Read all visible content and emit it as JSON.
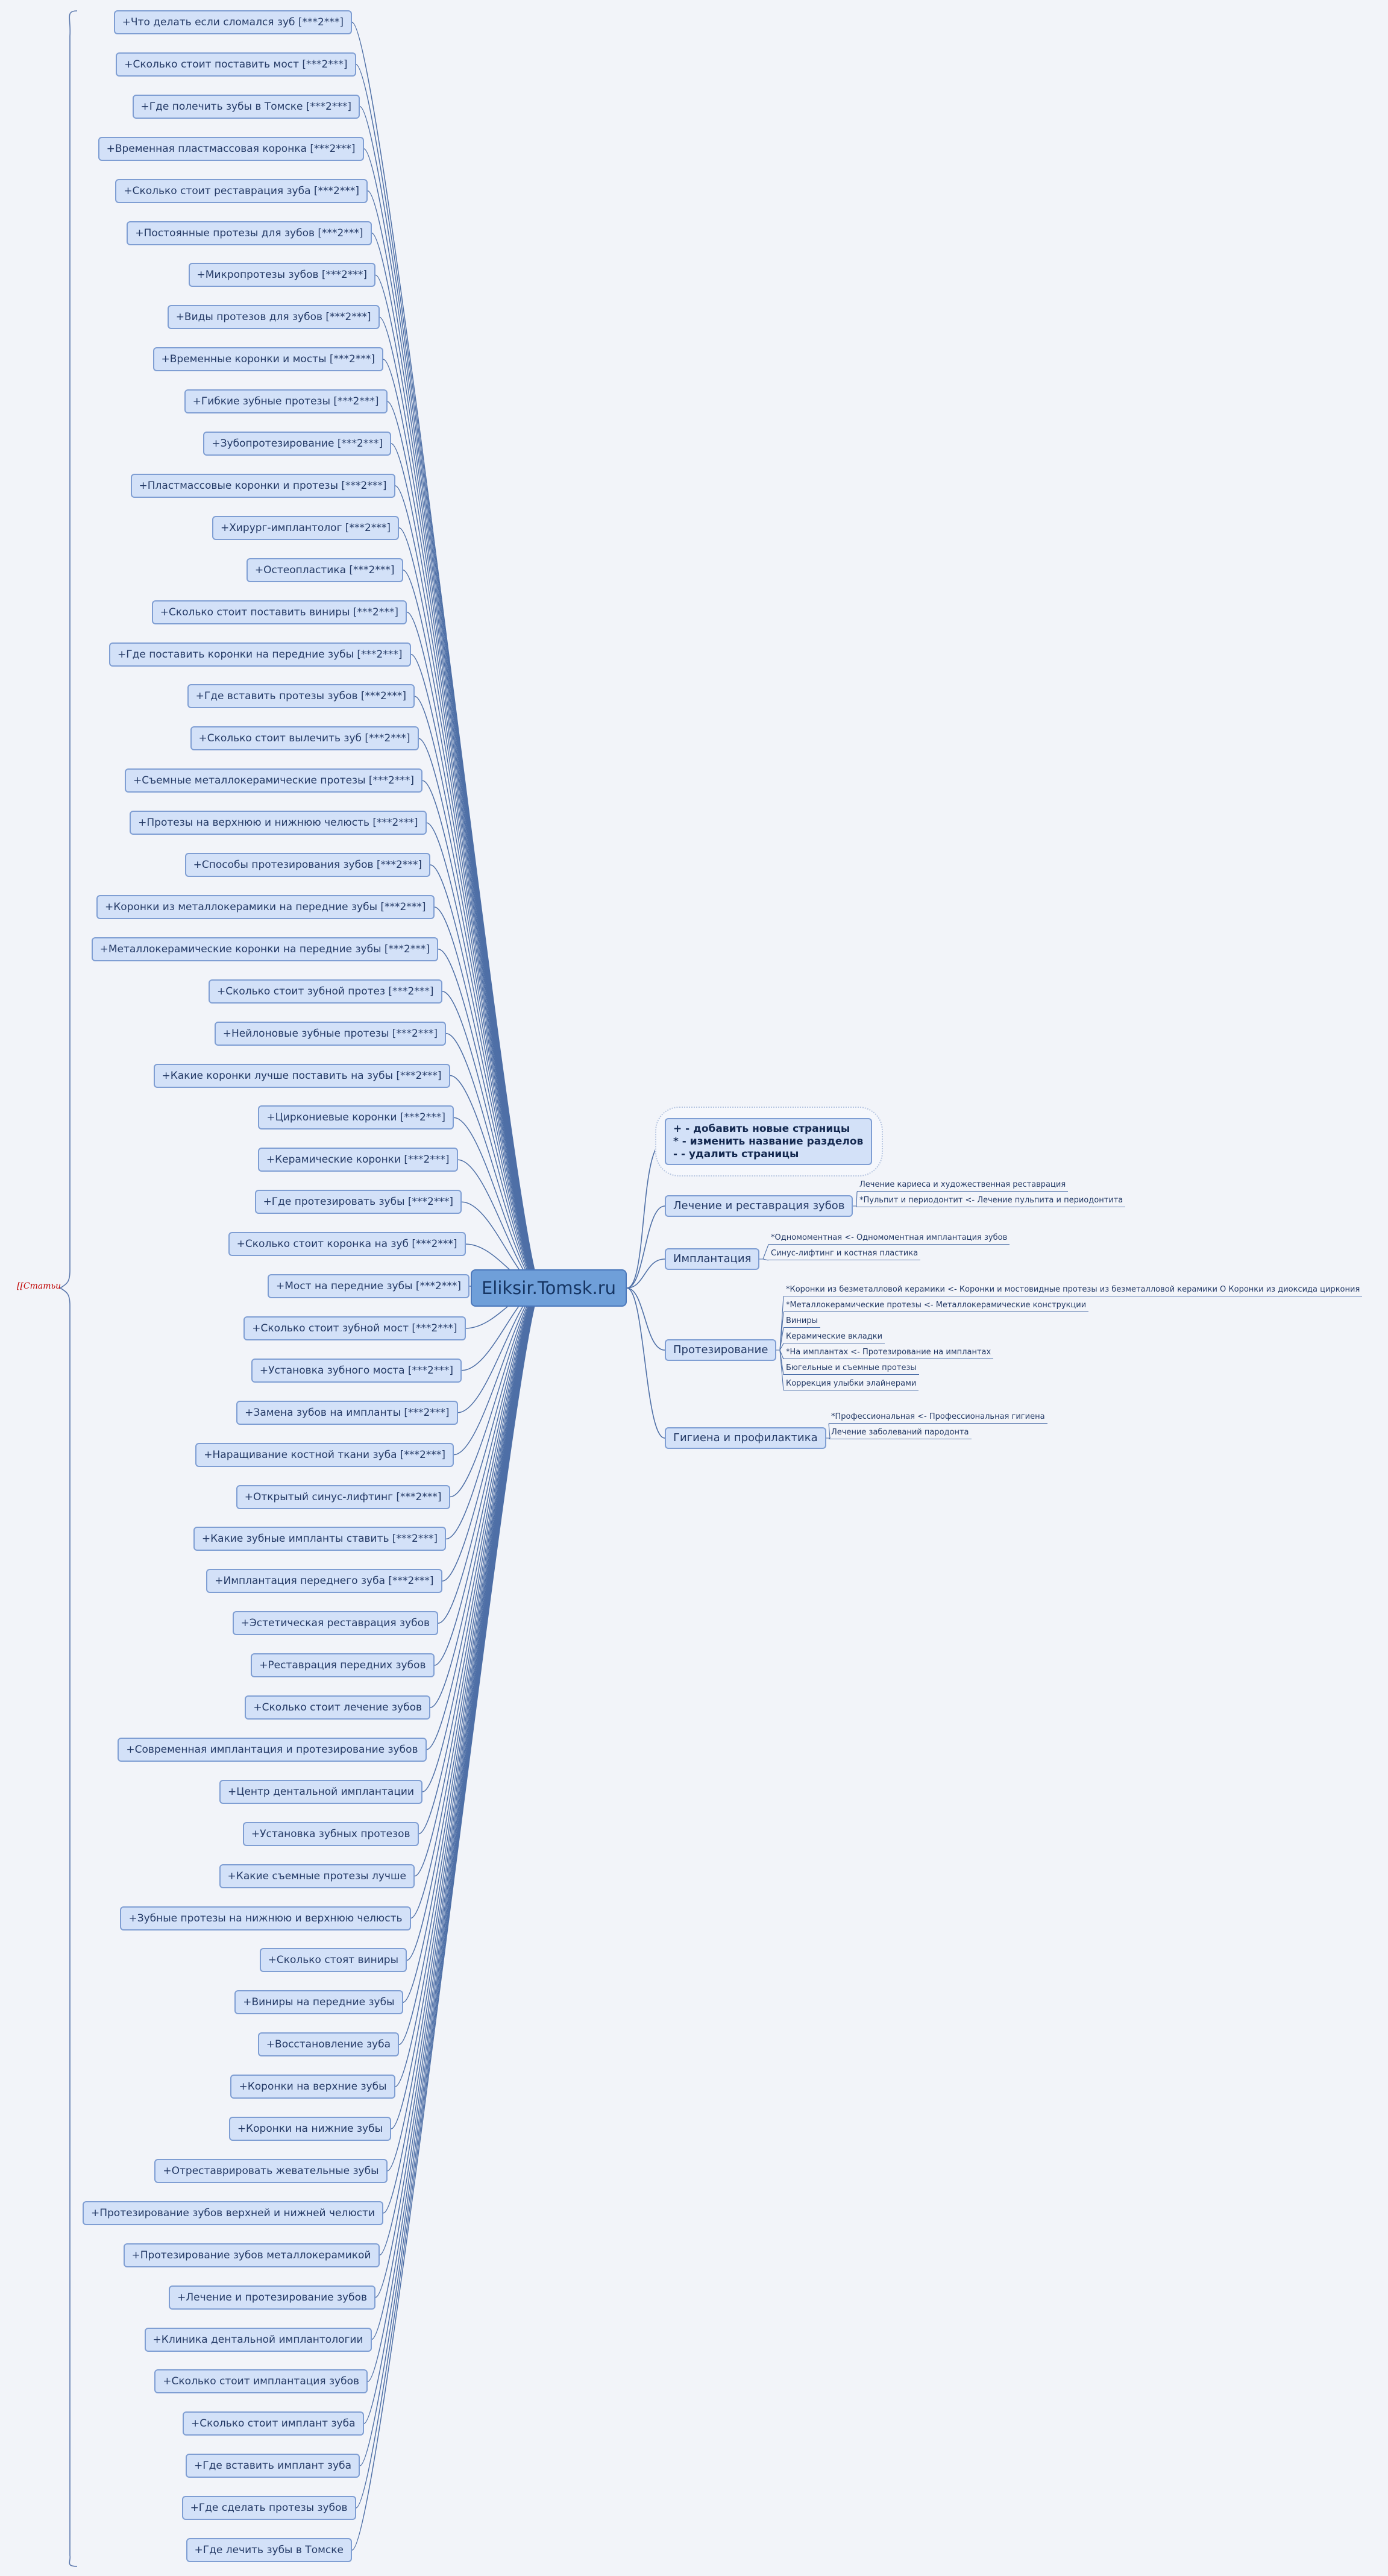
{
  "central": "Eliksir.Tomsk.ru",
  "left_root": "[[Статьи",
  "legend": [
    "+ - добавить новые страницы",
    "* - изменить название разделов",
    "- - удалить страницы"
  ],
  "left_items": [
    "+Что делать если сломался зуб [***2***]",
    "+Сколько стоит поставить мост [***2***]",
    "+Где полечить зубы в Томске [***2***]",
    "+Временная пластмассовая коронка [***2***]",
    "+Сколько стоит реставрация зуба [***2***]",
    "+Постоянные протезы для зубов [***2***]",
    "+Микропротезы зубов [***2***]",
    "+Виды протезов для зубов [***2***]",
    "+Временные коронки и мосты [***2***]",
    "+Гибкие зубные протезы [***2***]",
    "+Зубопротезирование [***2***]",
    "+Пластмассовые коронки и протезы [***2***]",
    "+Хирург-имплантолог [***2***]",
    "+Остеопластика [***2***]",
    "+Сколько стоит поставить виниры [***2***]",
    "+Где поставить коронки на передние зубы [***2***]",
    "+Где вставить протезы зубов [***2***]",
    "+Сколько стоит вылечить зуб [***2***]",
    "+Съемные металлокерамические протезы [***2***]",
    "+Протезы на верхнюю и нижнюю челюсть [***2***]",
    "+Способы протезирования зубов [***2***]",
    "+Коронки из металлокерамики на передние зубы [***2***]",
    "+Металлокерамические коронки на передние зубы [***2***]",
    "+Сколько стоит зубной протез [***2***]",
    "+Нейлоновые зубные протезы [***2***]",
    "+Какие коронки лучше поставить на зубы [***2***]",
    "+Циркониевые коронки [***2***]",
    "+Керамические коронки [***2***]",
    "+Где протезировать зубы [***2***]",
    "+Сколько стоит коронка на зуб [***2***]",
    "+Мост на передние зубы [***2***]",
    "+Сколько стоит зубной мост [***2***]",
    "+Установка зубного моста [***2***]",
    "+Замена зубов на импланты [***2***]",
    "+Наращивание костной ткани зуба [***2***]",
    "+Открытый синус-лифтинг [***2***]",
    "+Какие зубные импланты ставить [***2***]",
    "+Имплантация переднего зуба [***2***]",
    "+Эстетическая реставрация зубов",
    "+Реставрация передних зубов",
    "+Сколько стоит лечение зубов",
    "+Современная имплантация и протезирование зубов",
    "+Центр дентальной имплантации",
    "+Установка зубных протезов",
    "+Какие съемные протезы лучше",
    "+Зубные протезы на нижнюю и верхнюю челюсть",
    "+Сколько стоят виниры",
    "+Виниры на передние зубы",
    "+Восстановление зуба",
    "+Коронки на верхние зубы",
    "+Коронки на нижние зубы",
    "+Отреставрировать жевательные зубы",
    "+Протезирование зубов верхней и нижней челюсти",
    "+Протезирование зубов металлокерамикой",
    "+Лечение и протезирование зубов",
    "+Клиника дентальной имплантологии",
    "+Сколько стоит имплантация зубов",
    "+Сколько стоит имплант зуба",
    "+Где вставить имплант зуба",
    "+Где сделать протезы зубов",
    "+Где лечить зубы в Томске"
  ],
  "right_branches": [
    {
      "label": "Лечение и реставрация зубов",
      "leaves": [
        "Лечение кариеса и художественная реставрация",
        "*Пульпит и периодонтит <- Лечение пульпита и периодонтита"
      ]
    },
    {
      "label": "Имплантация",
      "leaves": [
        "*Одномоментная <- Одномоментная имплантация зубов",
        "Синус-лифтинг и костная пластика"
      ]
    },
    {
      "label": "Протезирование",
      "leaves": [
        "*Коронки из безметалловой керамики <- Коронки и мостовидные протезы из безметалловой керамики    O    Коронки из диоксида циркония",
        "*Металлокерамические протезы <- Металлокерамические конструкции",
        "Виниры",
        "Керамические вкладки",
        "*На имплантах <- Протезирование на имплантах",
        "Бюгельные и съемные протезы",
        "Коррекция улыбки элайнерами"
      ]
    },
    {
      "label": "Гигиена и профилактика",
      "leaves": [
        "*Профессиональная <- Профессиональная гигиена",
        "Лечение заболеваний пародонта"
      ]
    }
  ]
}
